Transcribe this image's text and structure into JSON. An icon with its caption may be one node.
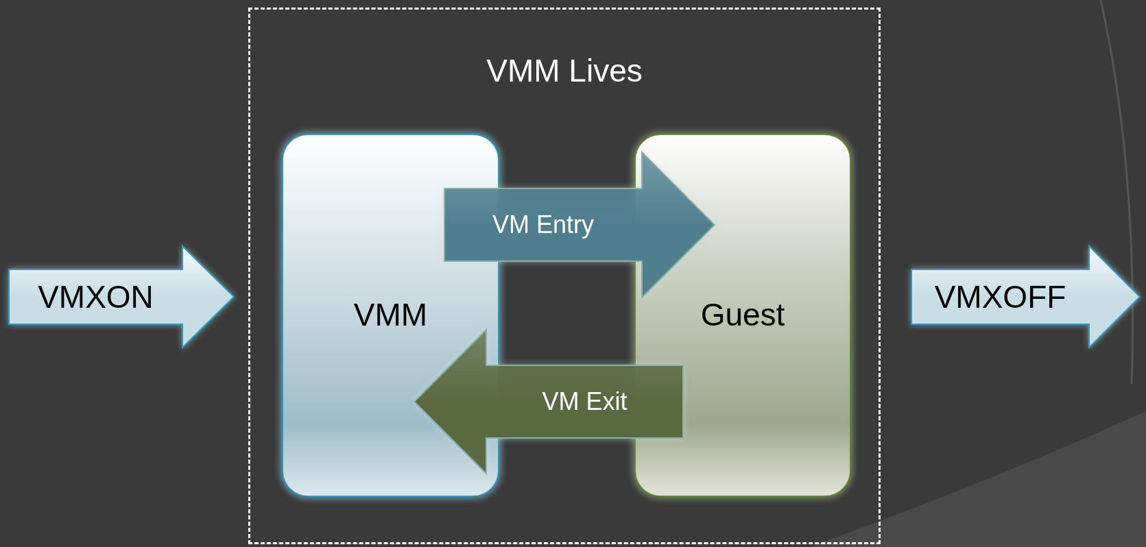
{
  "diagram": {
    "nodes": [
      {
        "text": [
          "VMM Lives"
        ]
      },
      {
        "text": [
          "VMM"
        ],
        "in": 0
      },
      {
        "text": [
          "Guest"
        ],
        "in": 0
      }
    ],
    "edges": [
      {
        "from": null,
        "to": 0,
        "arrow": "to",
        "label": "VMXON",
        "color": "#c9dde5"
      },
      {
        "from": 1,
        "to": 2,
        "arrow": "to",
        "label": "VM Entry",
        "color": "#4f7f8f"
      },
      {
        "from": 2,
        "to": 1,
        "arrow": "to",
        "label": "VM Exit",
        "color": "#5a6a40"
      },
      {
        "from": 0,
        "to": null,
        "arrow": "to",
        "label": "VMXOFF",
        "color": "#c9dde5"
      }
    ]
  }
}
